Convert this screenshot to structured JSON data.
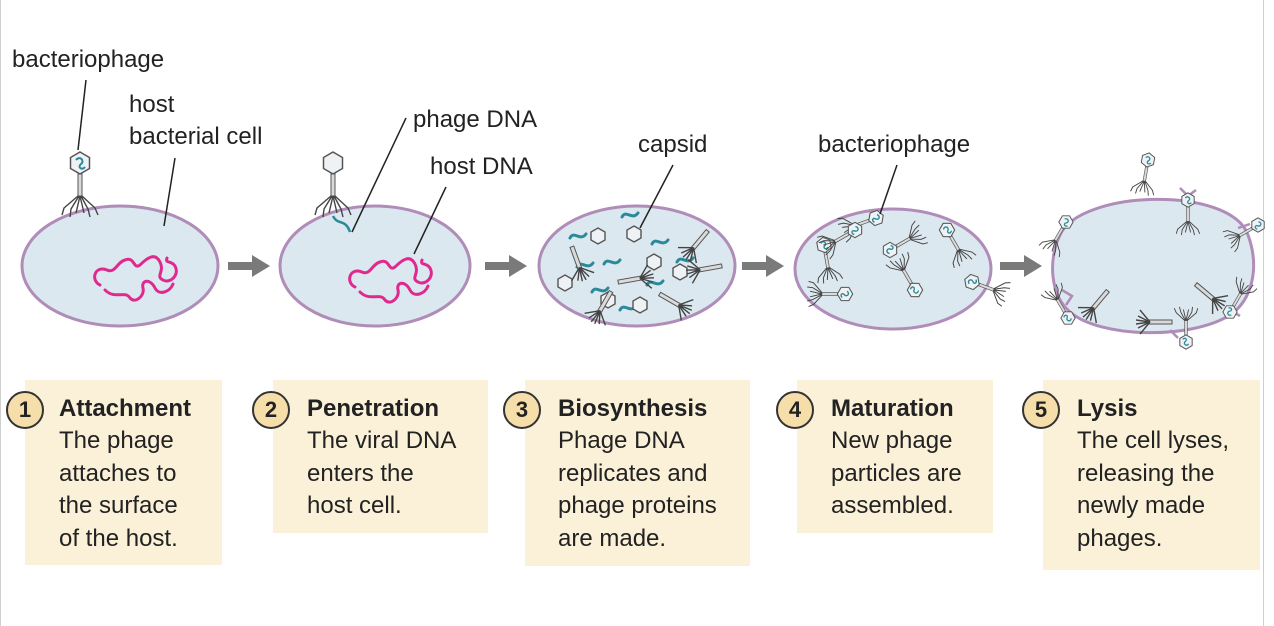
{
  "labels": {
    "bacteriophage_1": "bacteriophage",
    "host_bacterial_cell": "host\nbacterial cell",
    "phage_dna": "phage DNA",
    "host_dna": "host DNA",
    "capsid": "capsid",
    "bacteriophage_4": "bacteriophage"
  },
  "steps": [
    {
      "num": "1",
      "title": "Attachment",
      "desc": "The phage\nattaches to\nthe surface\nof the host."
    },
    {
      "num": "2",
      "title": "Penetration",
      "desc": "The viral DNA\nenters the\nhost cell."
    },
    {
      "num": "3",
      "title": "Biosynthesis",
      "desc": "Phage DNA\nreplicates and\nphage proteins\nare made."
    },
    {
      "num": "4",
      "title": "Maturation",
      "desc": "New phage\nparticles are\nassembled."
    },
    {
      "num": "5",
      "title": "Lysis",
      "desc": "The cell lyses,\nreleasing the\nnewly made\nphages."
    }
  ],
  "colors": {
    "cell_fill": "#dce8ef",
    "cell_stroke": "#b08cb8",
    "host_dna": "#e0298f",
    "phage_dna": "#2b8a9a",
    "arrow": "#7a7a7a",
    "box_fill": "#fbf1d9",
    "num_fill": "#f6deaa"
  },
  "icons": [
    "bacteriophage-icon",
    "arrow-right-icon"
  ]
}
